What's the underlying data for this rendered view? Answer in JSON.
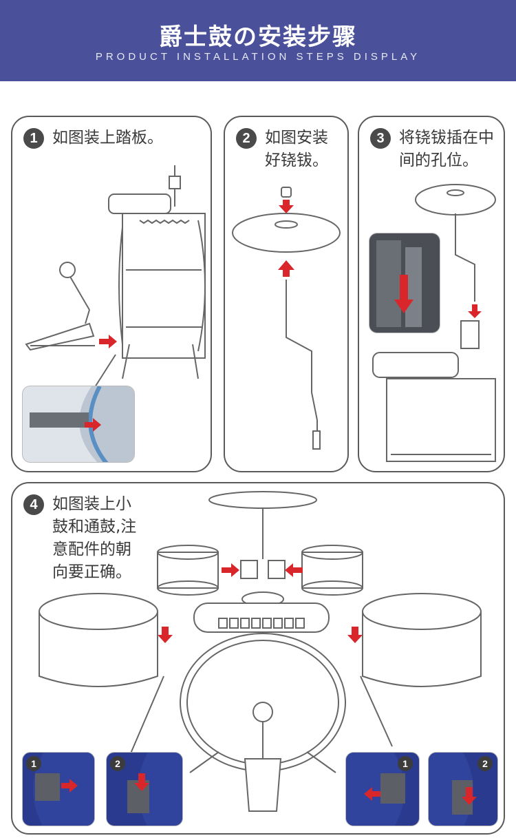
{
  "header": {
    "title": "爵士鼓の安装步骤",
    "subtitle": "PRODUCT INSTALLATION STEPS DISPLAY"
  },
  "steps": [
    {
      "number": "1",
      "text": "如图装上踏板。"
    },
    {
      "number": "2",
      "text": "如图安装\n好铙钹。"
    },
    {
      "number": "3",
      "text": "将铙钹插在中\n间的孔位。"
    },
    {
      "number": "4",
      "text": "如图装上小\n鼓和通鼓,注\n意配件的朝\n向要正确。"
    }
  ],
  "detail_markers": [
    "1",
    "2",
    "1",
    "2"
  ],
  "colors": {
    "header_bg": "#4a519a",
    "arrow": "#d8262b",
    "drum_blue": "#2a3a8f"
  }
}
